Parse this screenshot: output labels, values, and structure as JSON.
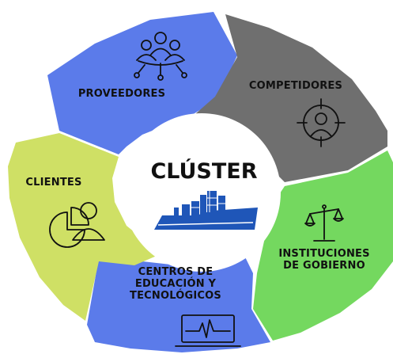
{
  "center": {
    "title": "CLÚSTER",
    "icon": "cargo-ship-icon"
  },
  "segments": [
    {
      "id": "proveedores",
      "label_lines": [
        "PROVEEDORES"
      ],
      "color": "#5b7bea",
      "icon": "network-people-icon"
    },
    {
      "id": "competidores",
      "label_lines": [
        "COMPETIDORES"
      ],
      "color": "#6f6f6f",
      "icon": "target-person-icon"
    },
    {
      "id": "instituciones",
      "label_lines": [
        "INSTITUCIONES",
        "DE GOBIERNO"
      ],
      "color": "#74d85f",
      "icon": "scales-icon"
    },
    {
      "id": "centros",
      "label_lines": [
        "CENTROS DE",
        "EDUCACIÓN Y",
        "TECNOLÓGICOS"
      ],
      "color": "#5b7bea",
      "icon": "laptop-pulse-icon"
    },
    {
      "id": "clientes",
      "label_lines": [
        "CLIENTES"
      ],
      "color": "#cfe065",
      "icon": "person-chart-icon"
    }
  ],
  "colors": {
    "ring_background": "#ffffff",
    "ship_blue": "#1f56b8",
    "icon_stroke": "#111111"
  }
}
